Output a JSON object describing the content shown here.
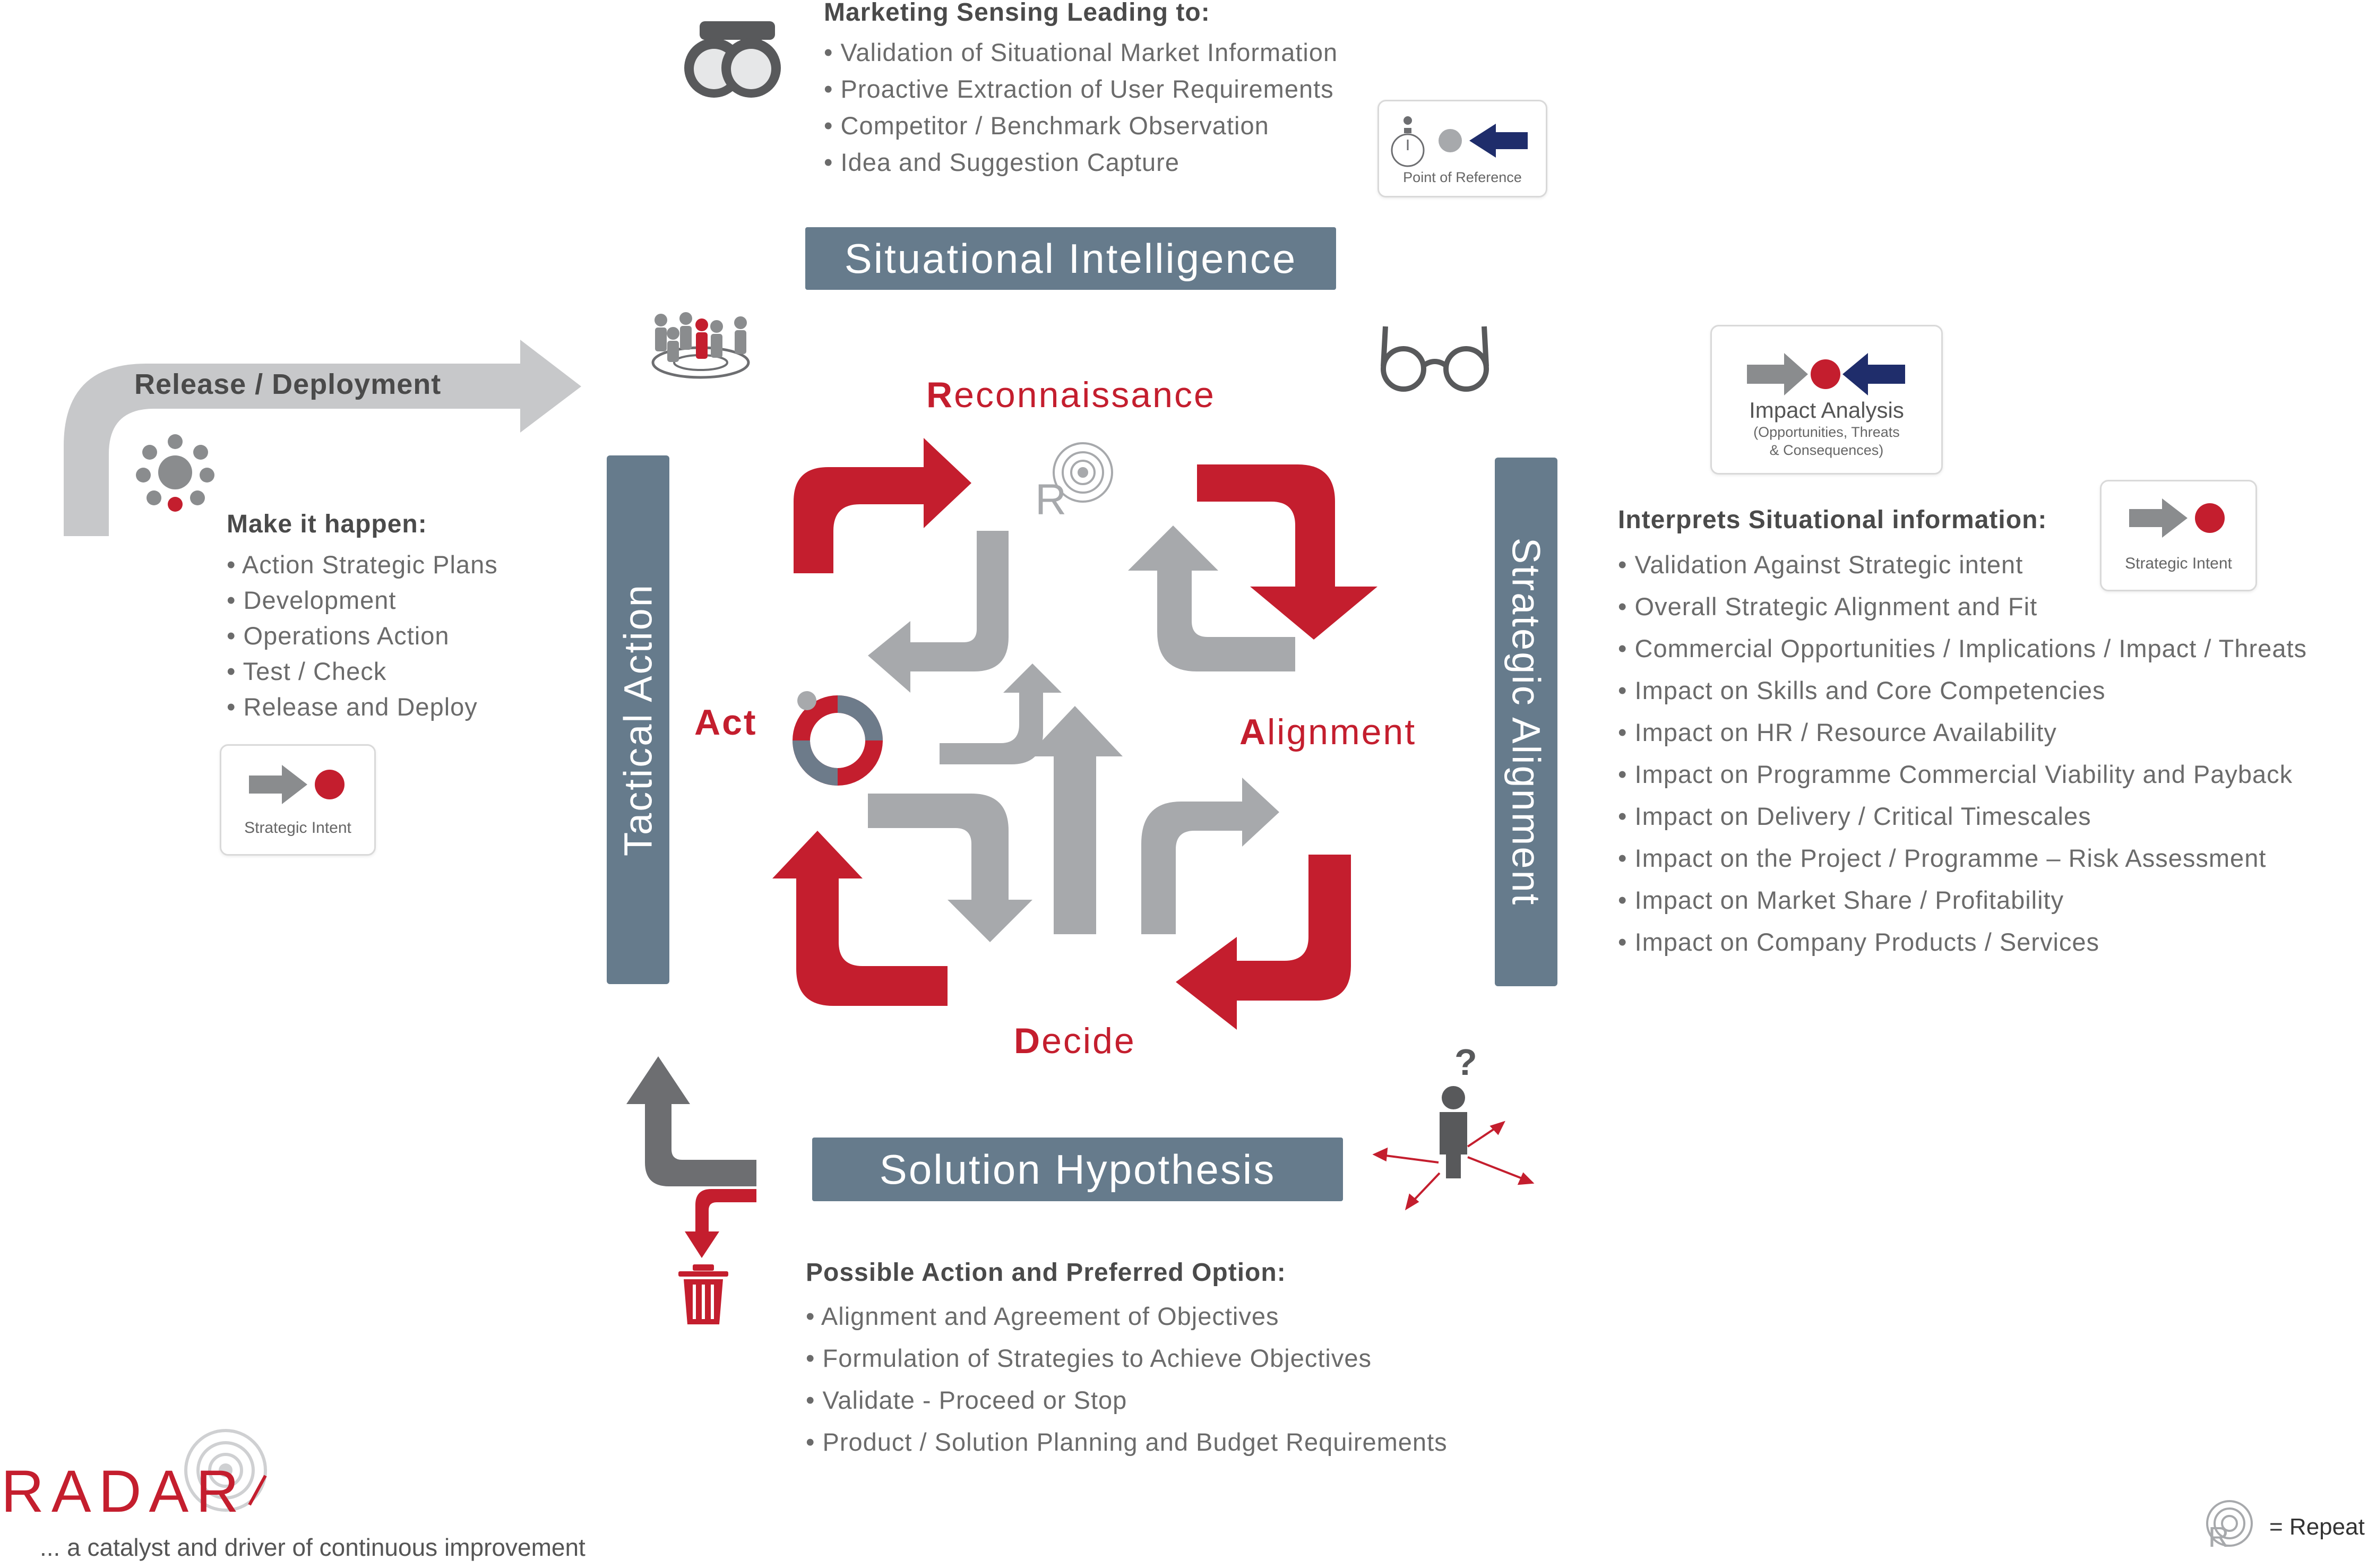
{
  "sensing": {
    "heading": "Marketing Sensing Leading to:",
    "items": [
      "Validation of Situational Market Information",
      "Proactive Extraction of User Requirements",
      "Competitor / Benchmark Observation",
      "Idea and Suggestion Capture"
    ]
  },
  "cards": {
    "point_of_reference": "Point of Reference",
    "impact_title": "Impact Analysis",
    "impact_sub1": "(Opportunities, Threats",
    "impact_sub2": "& Consequences)",
    "strategic_intent_right": "Strategic Intent",
    "strategic_intent_left": "Strategic Intent"
  },
  "banners": {
    "situational": "Situational Intelligence",
    "solution": "Solution Hypothesis",
    "tactical": "Tactical Action",
    "strategic": "Strategic Alignment"
  },
  "release": {
    "label": "Release / Deployment"
  },
  "make_it_happen": {
    "heading": "Make it happen:",
    "items": [
      "Action Strategic Plans",
      "Development",
      "Operations Action",
      "Test / Check",
      "Release and Deploy"
    ]
  },
  "phases": {
    "reconnaissance_first": "R",
    "reconnaissance_rest": "econnaissance",
    "alignment_first": "A",
    "alignment_rest": "lignment",
    "decide_first": "D",
    "decide_rest": "ecide",
    "act": "Act"
  },
  "interprets": {
    "heading": "Interprets Situational information:",
    "items": [
      "Validation Against Strategic intent",
      "Overall Strategic Alignment and Fit",
      "Commercial Opportunities / Implications / Impact / Threats",
      "Impact on Skills and Core Competencies",
      "Impact on HR / Resource Availability",
      "Impact on Programme Commercial Viability and Payback",
      "Impact on Delivery / Critical Timescales",
      "Impact on the Project / Programme – Risk Assessment",
      "Impact on Market Share / Profitability",
      "Impact on Company Products / Services"
    ]
  },
  "possible": {
    "heading": "Possible Action and Preferred Option:",
    "items": [
      "Alignment and Agreement of Objectives",
      "Formulation of Strategies to Achieve Objectives",
      "Validate - Proceed or Stop",
      "Product / Solution Planning and Budget Requirements"
    ]
  },
  "brand": {
    "logo": "RADAR",
    "tagline": "... a catalyst and driver of continuous improvement",
    "repeat_legend": "= Repeat",
    "radar_letter": "R"
  },
  "colors": {
    "red": "#c41e2e",
    "gray": "#a7a9ac",
    "darkgray": "#6d6e71",
    "slate": "#667b8c",
    "navy": "#1f2d6b"
  }
}
